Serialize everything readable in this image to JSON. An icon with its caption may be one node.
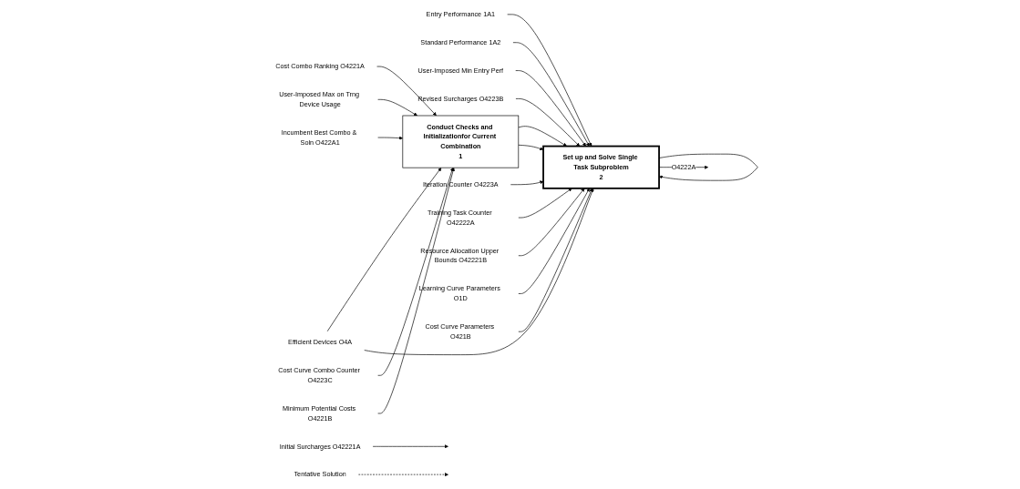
{
  "diagram": {
    "nodes": [
      {
        "text": [
          "Cost Combo Ranking O4221A"
        ]
      },
      {
        "text": [
          "User-Imposed Max on Trng Device Usage"
        ]
      },
      {
        "text": [
          "Incumbent Best Combo & Soln O422A1"
        ]
      },
      {
        "text": [
          "Cost Curve Combo Counter O4223C"
        ]
      },
      {
        "text": [
          "Entry Performance 1A1"
        ]
      },
      {
        "text": [
          "Standard Performance 1A2"
        ]
      },
      {
        "text": [
          "User-Imposed Min Entry Perf"
        ]
      },
      {
        "text": [
          "Revised Surcharges O4223B"
        ]
      },
      {
        "text": [
          "Minimum Potential Costs O4221B"
        ]
      },
      {
        "text": [
          "Conduct Checks and Initializationfor Current Combination",
          "1"
        ]
      },
      {
        "text": [
          "Efficient Devices O4A"
        ]
      },
      {
        "text": [
          "Initial Surcharges O42221A"
        ]
      },
      {
        "text": [
          "Iteration Counter O4223A"
        ]
      },
      {
        "text": [
          "Training Task Counter O42222A"
        ]
      },
      {
        "text": [
          "Resource Allocation Upper Bounds O42221B"
        ]
      },
      {
        "text": [
          "Set up and Solve Single Task Subproblem",
          "2"
        ]
      },
      {
        "text": [
          "Learning Curve Parameters O1D"
        ]
      },
      {
        "text": [
          "Cost Curve Parameters O421B"
        ]
      },
      {
        "text": [
          "Tentative Solution"
        ]
      }
    ],
    "edges": [
      {
        "from": 0,
        "to": 9,
        "arrow": "to"
      },
      {
        "from": 1,
        "to": 9,
        "arrow": "to"
      },
      {
        "from": 2,
        "to": 9,
        "arrow": "to"
      },
      {
        "from": 3,
        "to": 9,
        "arrow": "to"
      },
      {
        "from": 8,
        "to": 9,
        "arrow": "to"
      },
      {
        "from": 10,
        "to": 9,
        "arrow": "to"
      },
      {
        "from": 10,
        "to": 15,
        "arrow": "to"
      },
      {
        "from": 9,
        "to": 15,
        "arrow": "to"
      },
      {
        "from": 9,
        "to": 15,
        "arrow": "to"
      },
      {
        "from": 11,
        "to": null,
        "arrow": "to"
      },
      {
        "from": 14,
        "to": 15,
        "arrow": "to"
      },
      {
        "from": 4,
        "to": 15,
        "arrow": "to"
      },
      {
        "from": 5,
        "to": 15,
        "arrow": "to"
      },
      {
        "from": 6,
        "to": 15,
        "arrow": "to"
      },
      {
        "from": 7,
        "to": 15,
        "arrow": "to"
      },
      {
        "from": 12,
        "to": 15,
        "arrow": "to"
      },
      {
        "from": 15,
        "to": 15,
        "arrow": "to"
      },
      {
        "from": 13,
        "to": 15,
        "arrow": "to"
      },
      {
        "from": 16,
        "to": 15,
        "arrow": "to"
      },
      {
        "from": 17,
        "to": 15,
        "arrow": "to"
      },
      {
        "from": 15,
        "to": null,
        "arrow": "to",
        "label": "O4222A"
      },
      {
        "from": 18,
        "to": null,
        "arrow": "to",
        "style": "dashed"
      }
    ]
  }
}
